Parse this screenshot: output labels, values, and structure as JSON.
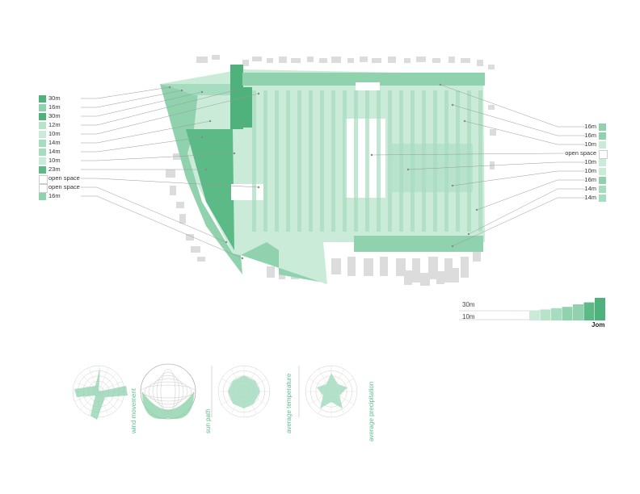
{
  "colors": {
    "h30": "#4fb27c",
    "h23": "#5cba87",
    "h16": "#8fd2ad",
    "h14": "#a6dcbf",
    "h12": "#b7e3cb",
    "h10": "#cbebd9",
    "open": "#ffffff",
    "building_grey": "#dcdcdc",
    "leader": "#9a9a9a"
  },
  "left_legend": [
    {
      "text": "30m",
      "tone": "h30"
    },
    {
      "text": "16m",
      "tone": "h16"
    },
    {
      "text": "30m",
      "tone": "h30"
    },
    {
      "text": "12m",
      "tone": "h12"
    },
    {
      "text": "10m",
      "tone": "h10"
    },
    {
      "text": "14m",
      "tone": "h14"
    },
    {
      "text": "14m",
      "tone": "h14"
    },
    {
      "text": "10m",
      "tone": "h10"
    },
    {
      "text": "23m",
      "tone": "h23"
    },
    {
      "text": "open space",
      "tone": "open"
    },
    {
      "text": "open space",
      "tone": "open"
    },
    {
      "text": "16m",
      "tone": "h16"
    }
  ],
  "right_legend": [
    {
      "text": "16m",
      "tone": "h16"
    },
    {
      "text": "16m",
      "tone": "h16"
    },
    {
      "text": "10m",
      "tone": "h10"
    },
    {
      "text": "open space",
      "tone": "open"
    },
    {
      "text": "10m",
      "tone": "h10"
    },
    {
      "text": "10m",
      "tone": "h10"
    },
    {
      "text": "16m",
      "tone": "h16"
    },
    {
      "text": "14m",
      "tone": "h14"
    },
    {
      "text": "14m",
      "tone": "h14"
    }
  ],
  "height_scale": {
    "top_label": "30m",
    "bottom_label": "10m",
    "unit_label": "Jom",
    "steps": [
      10,
      12,
      14,
      16,
      20,
      23,
      30
    ]
  },
  "climate_diagrams": [
    {
      "kind": "wind",
      "label": "wind movement"
    },
    {
      "kind": "sun",
      "label": "sun path"
    },
    {
      "kind": "temp",
      "label": "average temperature"
    },
    {
      "kind": "precip",
      "label": "average precipitation"
    }
  ]
}
